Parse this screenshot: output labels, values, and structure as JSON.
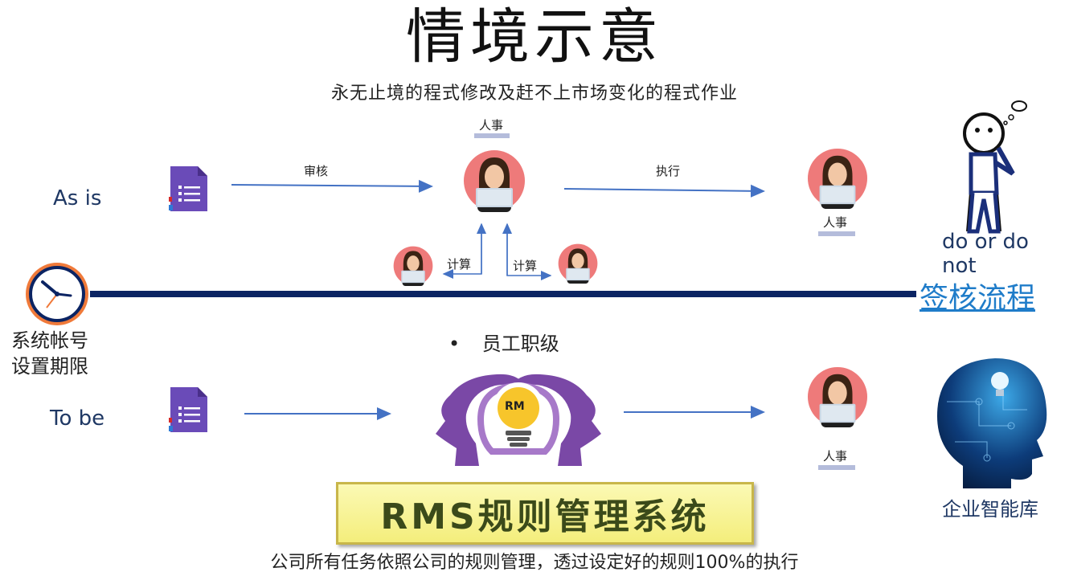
{
  "title": "情境示意",
  "subtitle": "永无止境的程式修改及赶不上市场变化的程式作业",
  "as_is": {
    "label": "As is",
    "review_label": "审核",
    "execute_label": "执行",
    "hr_top_label": "人事",
    "hr_right_label": "人事",
    "calc_left_label": "计算",
    "calc_right_label": "计算"
  },
  "timeline": {
    "clock_label_line1": "系统帐号",
    "clock_label_line2": "设置期限",
    "flow_link": "签核流程"
  },
  "to_be": {
    "label": "To be",
    "bullet": "员工职级",
    "rm_badge": "RM",
    "hr_label": "人事"
  },
  "thinker": {
    "caption": "do or do not"
  },
  "knowledge": {
    "caption": "企业智能库"
  },
  "rms_banner": "RMS规则管理系统",
  "footer": "公司所有任务依照公司的规则管理，透过设定好的规则100%的执行",
  "colors": {
    "accent_blue": "#4472c4",
    "timeline_navy": "#0b2463",
    "form_purple": "#6a4bb8",
    "avatar_pink": "#ee7a7a",
    "link_blue": "#1f7cc9",
    "banner_yellow": "#f6f08a",
    "brain_purple": "#7a48a6"
  }
}
